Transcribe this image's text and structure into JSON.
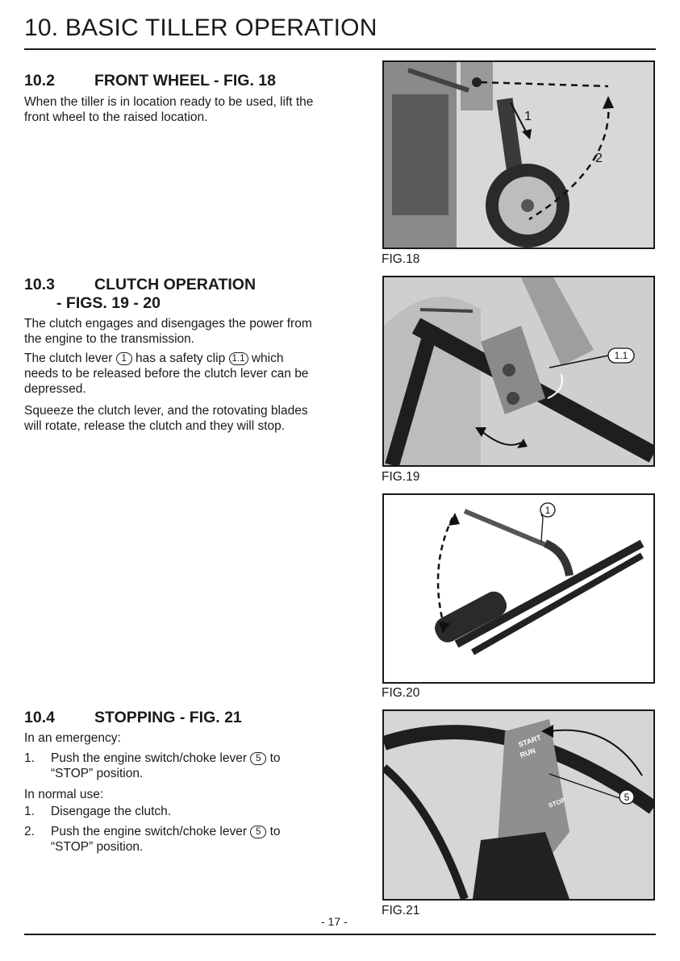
{
  "header": {
    "title": "10. BASIC TILLER OPERATION"
  },
  "sections": [
    {
      "number": "10.2",
      "title": "FRONT WHEEL - FIG. 18",
      "paragraphs": [
        "When the tiller is in location ready to be used, lift the",
        "front wheel to the raised location."
      ]
    },
    {
      "number": "10.3",
      "title": "CLUTCH OPERATION",
      "subtitle": "- FIGS. 19 - 20",
      "p1": [
        "The clutch engages and disengages the power from",
        "the engine to the transmission."
      ],
      "p2": {
        "a": "The clutch lever",
        "ref1": "1",
        "b": "has a safety clip",
        "ref2": "1.1",
        "c": "which",
        "line2": "needs to be released before the clutch lever can be",
        "line3": "depressed."
      },
      "p3": [
        "Squeeze the clutch lever, and the rotovating blades",
        "will rotate, release the clutch and they will stop."
      ]
    },
    {
      "number": "10.4",
      "title": "STOPPING - FIG. 21",
      "emergency_label": "In an emergency:",
      "emergency_steps": [
        {
          "n": "1.",
          "a": "Push the engine switch/choke lever",
          "ref": "5",
          "b": "to",
          "line2": "“STOP” position."
        }
      ],
      "normal_label": "In normal use:",
      "normal_steps": [
        {
          "n": "1.",
          "text": "Disengage the clutch."
        },
        {
          "n": "2.",
          "a": "Push the engine switch/choke lever",
          "ref": "5",
          "b": "to",
          "line2": "“STOP” position."
        }
      ]
    }
  ],
  "figures": [
    {
      "caption": "FIG.18",
      "labels": [
        "1",
        "2"
      ]
    },
    {
      "caption": "FIG.19",
      "labels": [
        "1.1"
      ]
    },
    {
      "caption": "FIG.20",
      "labels": [
        "1"
      ]
    },
    {
      "caption": "FIG.21",
      "labels": [
        "5"
      ],
      "decal_text": [
        "START",
        "RUN",
        "STOP"
      ]
    }
  ],
  "footer": {
    "page_number": "- 17 -"
  }
}
